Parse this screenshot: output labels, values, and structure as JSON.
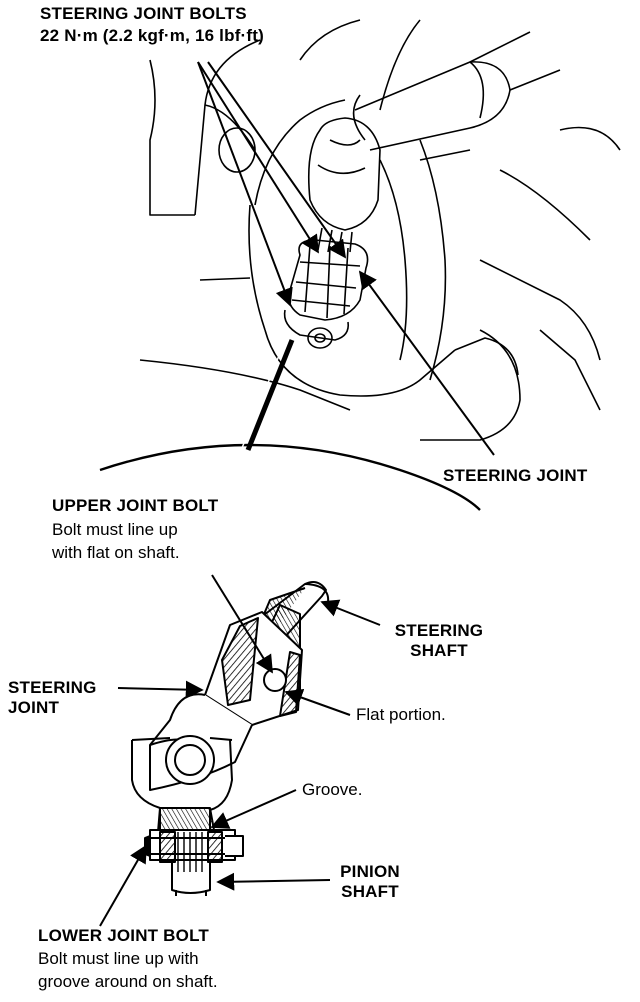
{
  "top_view": {
    "bolts_title": "STEERING JOINT BOLTS",
    "bolts_torque": "22 N·m (2.2 kgf·m, 16 lbf·ft)",
    "steering_joint": "STEERING JOINT"
  },
  "detail_view": {
    "upper_bolt_title": "UPPER JOINT BOLT",
    "upper_bolt_note_1": "Bolt must line up",
    "upper_bolt_note_2": "with flat on shaft.",
    "steering_shaft_1": "STEERING",
    "steering_shaft_2": "SHAFT",
    "steering_joint_1": "STEERING",
    "steering_joint_2": "JOINT",
    "flat_portion": "Flat portion.",
    "groove": "Groove.",
    "pinion_shaft_1": "PINION",
    "pinion_shaft_2": "SHAFT",
    "lower_bolt_title": "LOWER JOINT BOLT",
    "lower_bolt_note_1": "Bolt must line up with",
    "lower_bolt_note_2": "groove around on shaft."
  }
}
